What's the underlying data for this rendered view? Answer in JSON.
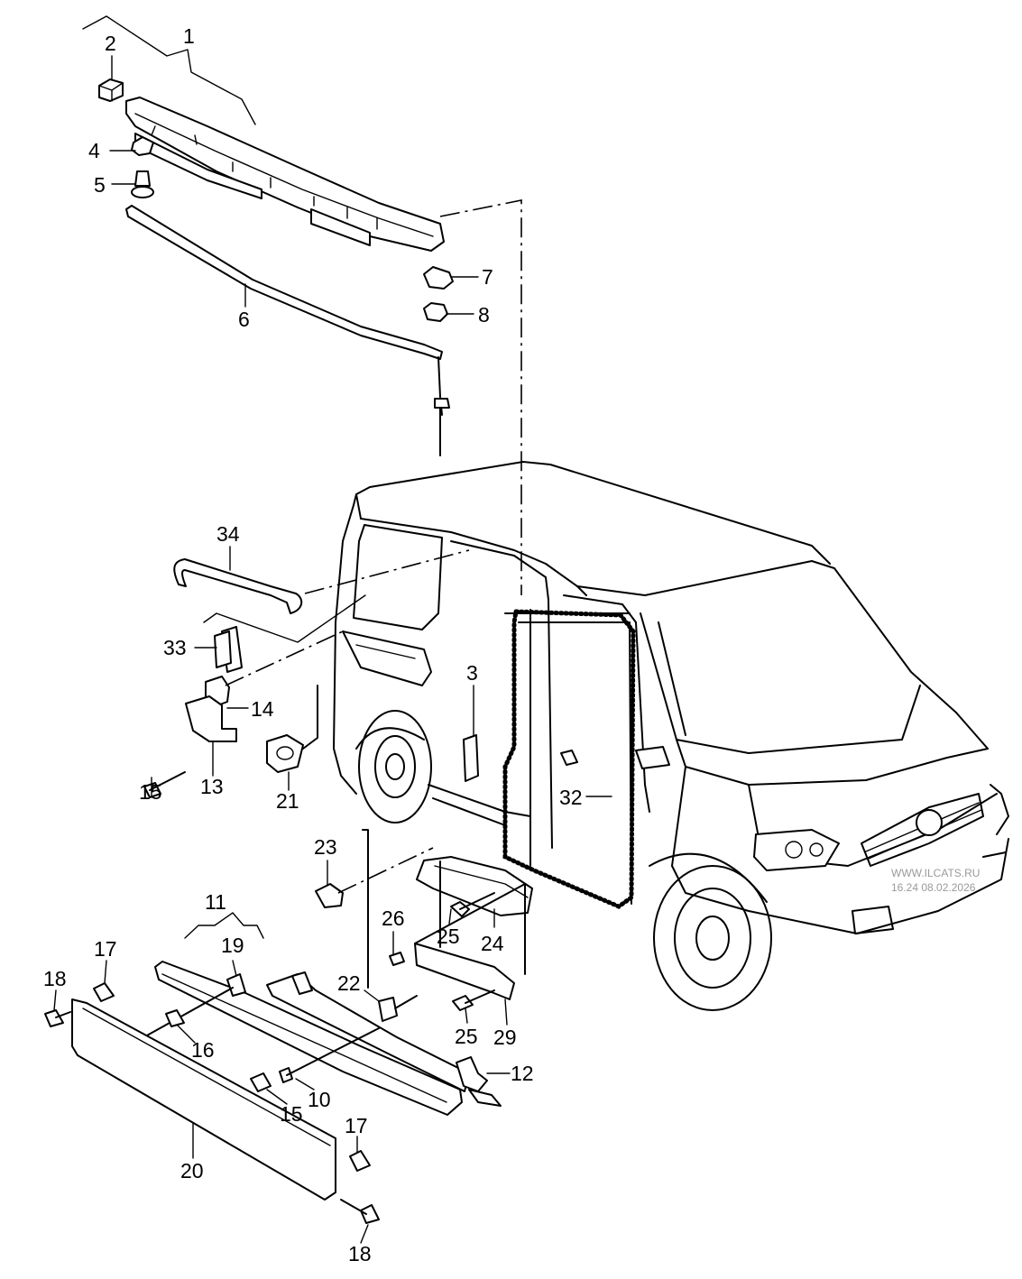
{
  "diagram": {
    "callouts": [
      {
        "id": "c1",
        "label": "1"
      },
      {
        "id": "c2",
        "label": "2"
      },
      {
        "id": "c3",
        "label": "3"
      },
      {
        "id": "c4",
        "label": "4"
      },
      {
        "id": "c5",
        "label": "5"
      },
      {
        "id": "c6",
        "label": "6"
      },
      {
        "id": "c7",
        "label": "7"
      },
      {
        "id": "c8",
        "label": "8"
      },
      {
        "id": "c10",
        "label": "10"
      },
      {
        "id": "c11",
        "label": "11"
      },
      {
        "id": "c12",
        "label": "12"
      },
      {
        "id": "c13",
        "label": "13"
      },
      {
        "id": "c14",
        "label": "14"
      },
      {
        "id": "c15a",
        "label": "15"
      },
      {
        "id": "c15b",
        "label": "15"
      },
      {
        "id": "c16",
        "label": "16"
      },
      {
        "id": "c17a",
        "label": "17"
      },
      {
        "id": "c17b",
        "label": "17"
      },
      {
        "id": "c18a",
        "label": "18"
      },
      {
        "id": "c18b",
        "label": "18"
      },
      {
        "id": "c19",
        "label": "19"
      },
      {
        "id": "c20",
        "label": "20"
      },
      {
        "id": "c21",
        "label": "21"
      },
      {
        "id": "c22",
        "label": "22"
      },
      {
        "id": "c23",
        "label": "23"
      },
      {
        "id": "c24",
        "label": "24"
      },
      {
        "id": "c25a",
        "label": "25"
      },
      {
        "id": "c25b",
        "label": "25"
      },
      {
        "id": "c26",
        "label": "26"
      },
      {
        "id": "c29",
        "label": "29"
      },
      {
        "id": "c32",
        "label": "32"
      },
      {
        "id": "c33",
        "label": "33"
      },
      {
        "id": "c34",
        "label": "34"
      }
    ],
    "watermark_line1": "WWW.ILCATS.RU",
    "watermark_line2": "16.24 08.02.2026"
  }
}
